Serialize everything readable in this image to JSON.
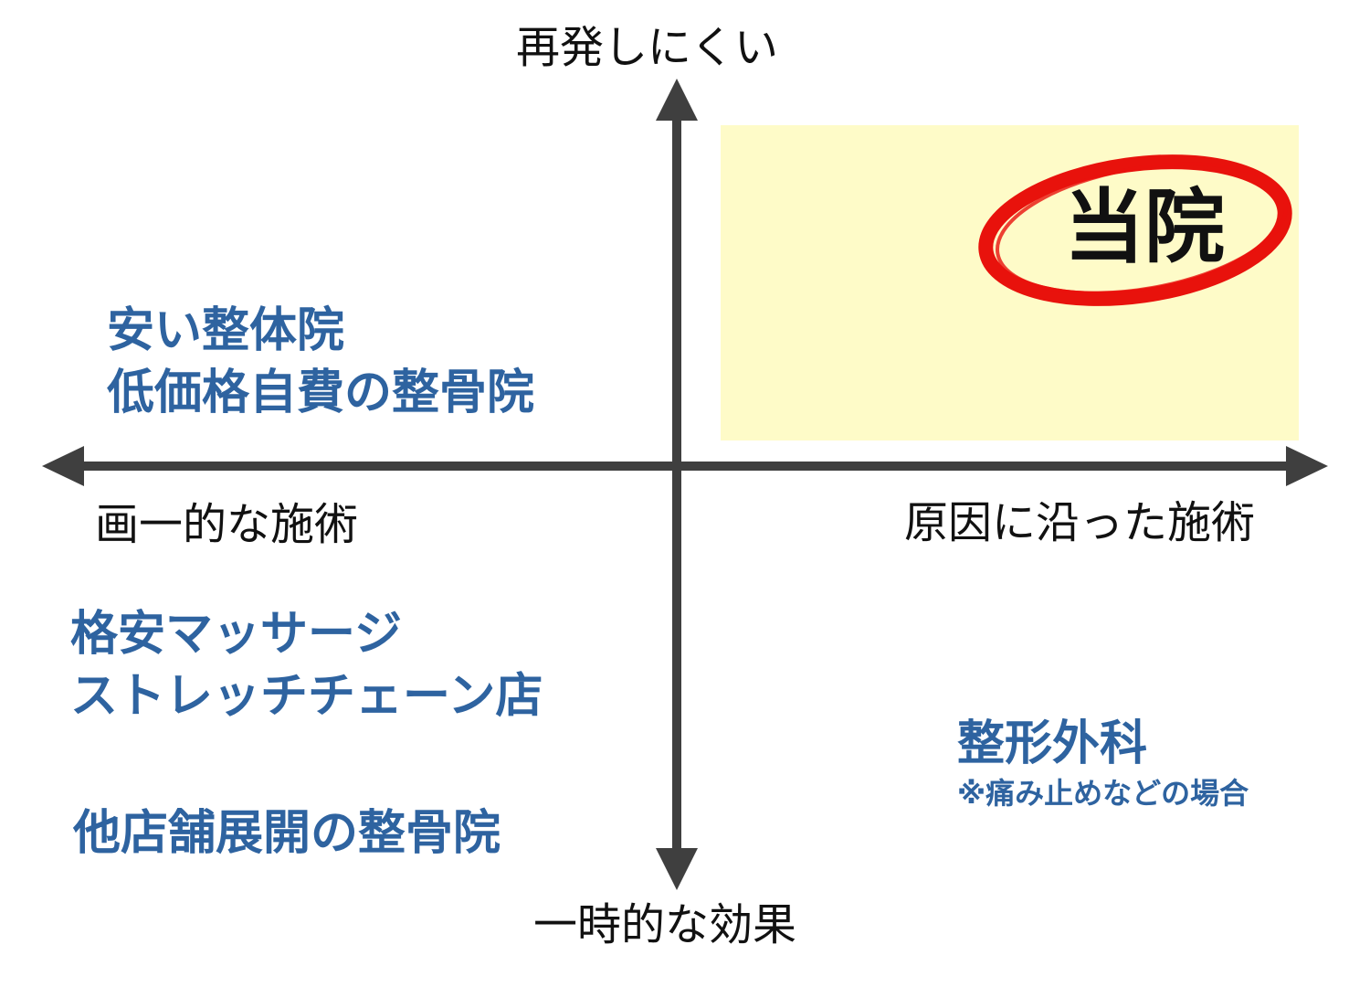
{
  "axes": {
    "top": "再発しにくい",
    "bottom": "一時的な効果",
    "left": "画一的な施術",
    "right": "原因に沿った施術"
  },
  "quadrants": {
    "top_right": {
      "label": "当院"
    },
    "top_left": {
      "lines": [
        "安い整体院",
        "低価格自費の整骨院"
      ]
    },
    "bottom_left": {
      "groups": [
        [
          "格安マッサージ",
          "ストレッチチェーン店"
        ],
        [
          "他店舗展開の整骨院"
        ]
      ]
    },
    "bottom_right": {
      "title": "整形外科",
      "note": "※痛み止めなどの場合"
    }
  },
  "colors": {
    "accent_blue": "#2e63a0",
    "highlight": "#fefbc8",
    "circle": "#e8120c",
    "axis": "#3f3f3f"
  }
}
